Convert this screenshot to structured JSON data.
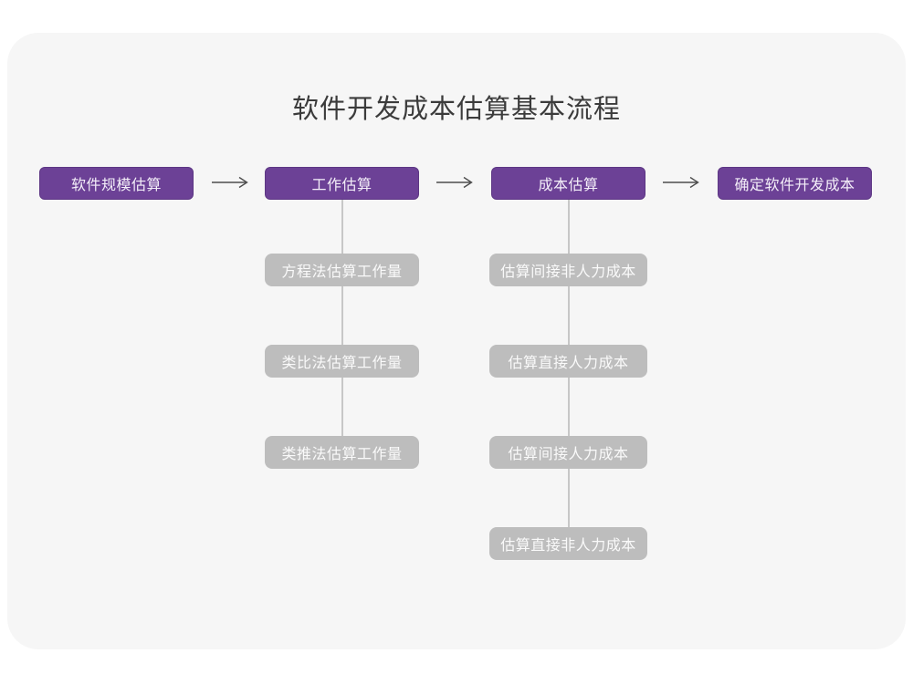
{
  "title": "软件开发成本估算基本流程",
  "colors": {
    "accent_purple": "#6C4196",
    "muted_gray": "#BDBDBD",
    "canvas_bg": "#F6F6F6",
    "connector_gray": "#C7C7C7",
    "arrow_gray": "#4D4D4D",
    "title_text": "#3B3B3B"
  },
  "flow": {
    "main": [
      {
        "label": "软件规模估算"
      },
      {
        "label": "工作估算"
      },
      {
        "label": "成本估算"
      },
      {
        "label": "确定软件开发成本"
      }
    ],
    "work_methods": [
      {
        "label": "方程法估算工作量"
      },
      {
        "label": "类比法估算工作量"
      },
      {
        "label": "类推法估算工作量"
      }
    ],
    "cost_components": [
      {
        "label": "估算间接非人力成本"
      },
      {
        "label": "估算直接人力成本"
      },
      {
        "label": "估算间接人力成本"
      },
      {
        "label": "估算直接非人力成本"
      }
    ]
  }
}
